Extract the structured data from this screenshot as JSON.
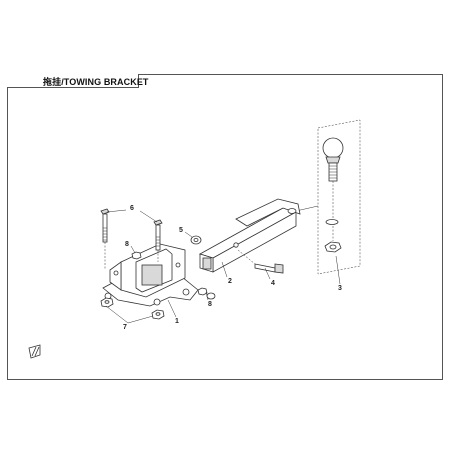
{
  "header": {
    "title": "拖挂/TOWING BRACKET"
  },
  "callouts": {
    "c1": "1",
    "c2": "2",
    "c3": "3",
    "c4": "4",
    "c5": "5",
    "c6": "6",
    "c7": "7",
    "c8a": "8",
    "c8b": "8"
  },
  "logo": {
    "text": "CF"
  }
}
